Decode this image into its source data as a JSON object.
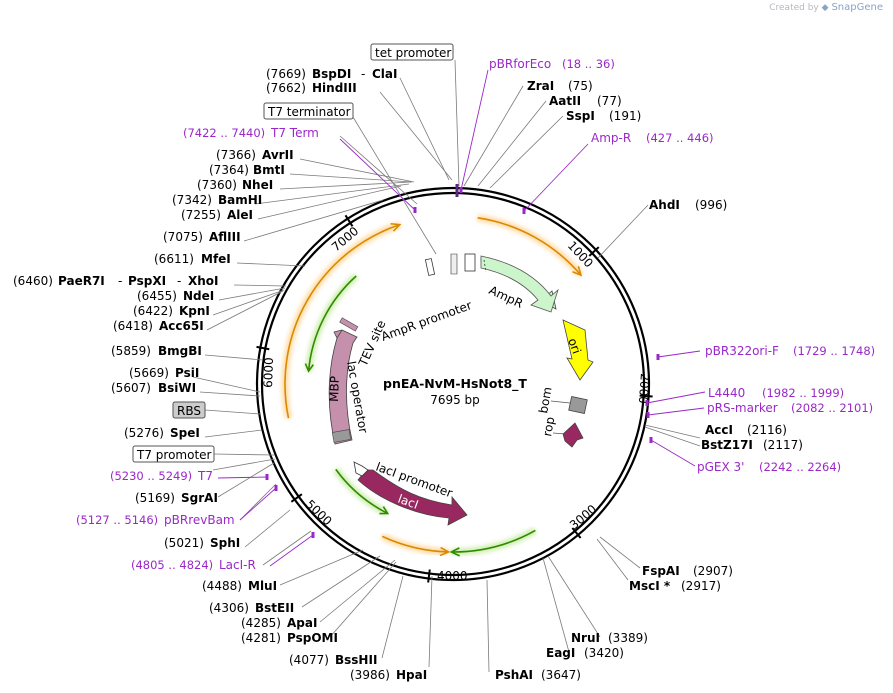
{
  "credit": {
    "prefix": "Created by",
    "brand": "SnapGene"
  },
  "plasmid": {
    "name": "pnEA-NvM-HsNot8_T",
    "length": "7695 bp"
  },
  "ticks": [
    "1000",
    "2000",
    "3000",
    "4000",
    "5000",
    "6000",
    "7000"
  ],
  "enzymes": [
    {
      "name": "BspDI",
      "pos": "(7669)"
    },
    {
      "name": "ClaI",
      "pos": ""
    },
    {
      "name": "HindIII",
      "pos": "(7662)"
    },
    {
      "name": "AvrII",
      "pos": "(7366)"
    },
    {
      "name": "BmtI",
      "pos": "(7364)"
    },
    {
      "name": "NheI",
      "pos": "(7360)"
    },
    {
      "name": "BamHI",
      "pos": "(7342)"
    },
    {
      "name": "AleI",
      "pos": "(7255)"
    },
    {
      "name": "AflIII",
      "pos": "(7075)"
    },
    {
      "name": "MfeI",
      "pos": "(6611)"
    },
    {
      "name": "PaeR7I",
      "pos": "(6460)"
    },
    {
      "name": "PspXI",
      "pos": ""
    },
    {
      "name": "XhoI",
      "pos": ""
    },
    {
      "name": "NdeI",
      "pos": "(6455)"
    },
    {
      "name": "KpnI",
      "pos": "(6422)"
    },
    {
      "name": "Acc65I",
      "pos": "(6418)"
    },
    {
      "name": "BmgBI",
      "pos": "(5859)"
    },
    {
      "name": "PsiI",
      "pos": "(5669)"
    },
    {
      "name": "BsiWI",
      "pos": "(5607)"
    },
    {
      "name": "SpeI",
      "pos": "(5276)"
    },
    {
      "name": "SgrAI",
      "pos": "(5169)"
    },
    {
      "name": "SphI",
      "pos": "(5021)"
    },
    {
      "name": "MluI",
      "pos": "(4488)"
    },
    {
      "name": "BstEII",
      "pos": "(4306)"
    },
    {
      "name": "ApaI",
      "pos": "(4285)"
    },
    {
      "name": "PspOMI",
      "pos": "(4281)"
    },
    {
      "name": "BssHII",
      "pos": "(4077)"
    },
    {
      "name": "HpaI",
      "pos": "(3986)"
    },
    {
      "name": "PshAI",
      "pos": "(3647)"
    },
    {
      "name": "EagI",
      "pos": "(3420)"
    },
    {
      "name": "NruI",
      "pos": "(3389)"
    },
    {
      "name": "MscI *",
      "pos": "(2917)"
    },
    {
      "name": "FspAI",
      "pos": "(2907)"
    },
    {
      "name": "BstZ17I",
      "pos": "(2117)"
    },
    {
      "name": "AccI",
      "pos": "(2116)"
    },
    {
      "name": "AhdI",
      "pos": "(996)"
    },
    {
      "name": "SspI",
      "pos": "(191)"
    },
    {
      "name": "AatII",
      "pos": "(77)"
    },
    {
      "name": "ZraI",
      "pos": "(75)"
    }
  ],
  "primers": [
    {
      "name": "pBRforEco",
      "range": "(18 .. 36)"
    },
    {
      "name": "Amp-R",
      "range": "(427 .. 446)"
    },
    {
      "name": "pBR322ori-F",
      "range": "(1729 .. 1748)"
    },
    {
      "name": "L4440",
      "range": "(1982 .. 1999)"
    },
    {
      "name": "pRS-marker",
      "range": "(2082 .. 2101)"
    },
    {
      "name": "pGEX 3'",
      "range": "(2242 .. 2264)"
    },
    {
      "name": "LacI-R",
      "range": "(4805 .. 4824)"
    },
    {
      "name": "pBRrevBam",
      "range": "(5127 .. 5146)"
    },
    {
      "name": "T7",
      "range": "(5230 .. 5249)"
    },
    {
      "name": "T7 Term",
      "range": "(7422 .. 7440)"
    }
  ],
  "boxed_features": [
    "tet promoter",
    "T7 terminator",
    "RBS",
    "T7 promoter"
  ],
  "features": {
    "ampr_promoter": "AmpR promoter",
    "ampr": "AmpR",
    "ori": "ori",
    "bom": "bom",
    "rop": "rop",
    "laci_promoter": "lacI promoter",
    "laci": "lacI",
    "mbp": "MBP",
    "lac_operator": "lac operator",
    "tev_site": "TEV site"
  },
  "colors": {
    "ampr": "#ccf5cc",
    "ori": "#ffff00",
    "laci": "#98285f",
    "rop": "#98285f",
    "mbp": "#c490ab",
    "orf_arrow": "#ffa500",
    "orf_green": "#66aa00",
    "primer": "#9a28c8"
  }
}
